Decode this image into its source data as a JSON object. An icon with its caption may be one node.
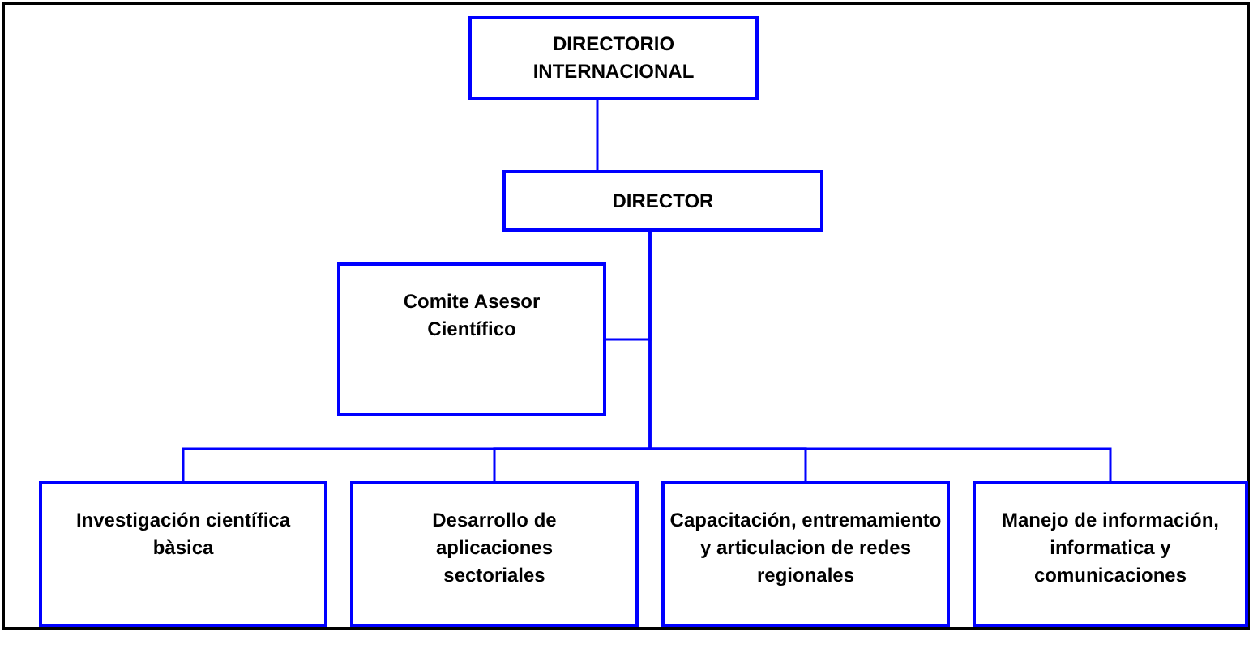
{
  "diagram": {
    "nodes": [
      {
        "text": [
          "DIRECTORIO INTERNACIONAL"
        ]
      },
      {
        "text": [
          "DIRECTOR"
        ]
      },
      {
        "text": [
          "Comite Asesor Científico"
        ]
      },
      {
        "text": [
          "Investigación científica bàsica"
        ]
      },
      {
        "text": [
          "Desarrollo de aplicaciones sectoriales"
        ]
      },
      {
        "text": [
          "Capacitación, entremamiento y articulacion de redes regionales"
        ]
      },
      {
        "text": [
          "Manejo de información, informatica y comunicaciones"
        ]
      }
    ],
    "edges": [
      {
        "from": 0,
        "to": 1,
        "arrow": "none"
      },
      {
        "from": 1,
        "to": 2,
        "arrow": "none"
      },
      {
        "from": 1,
        "to": 3,
        "arrow": "none"
      },
      {
        "from": 1,
        "to": 4,
        "arrow": "none"
      },
      {
        "from": 1,
        "to": 5,
        "arrow": "none"
      },
      {
        "from": 1,
        "to": 6,
        "arrow": "none"
      }
    ]
  }
}
